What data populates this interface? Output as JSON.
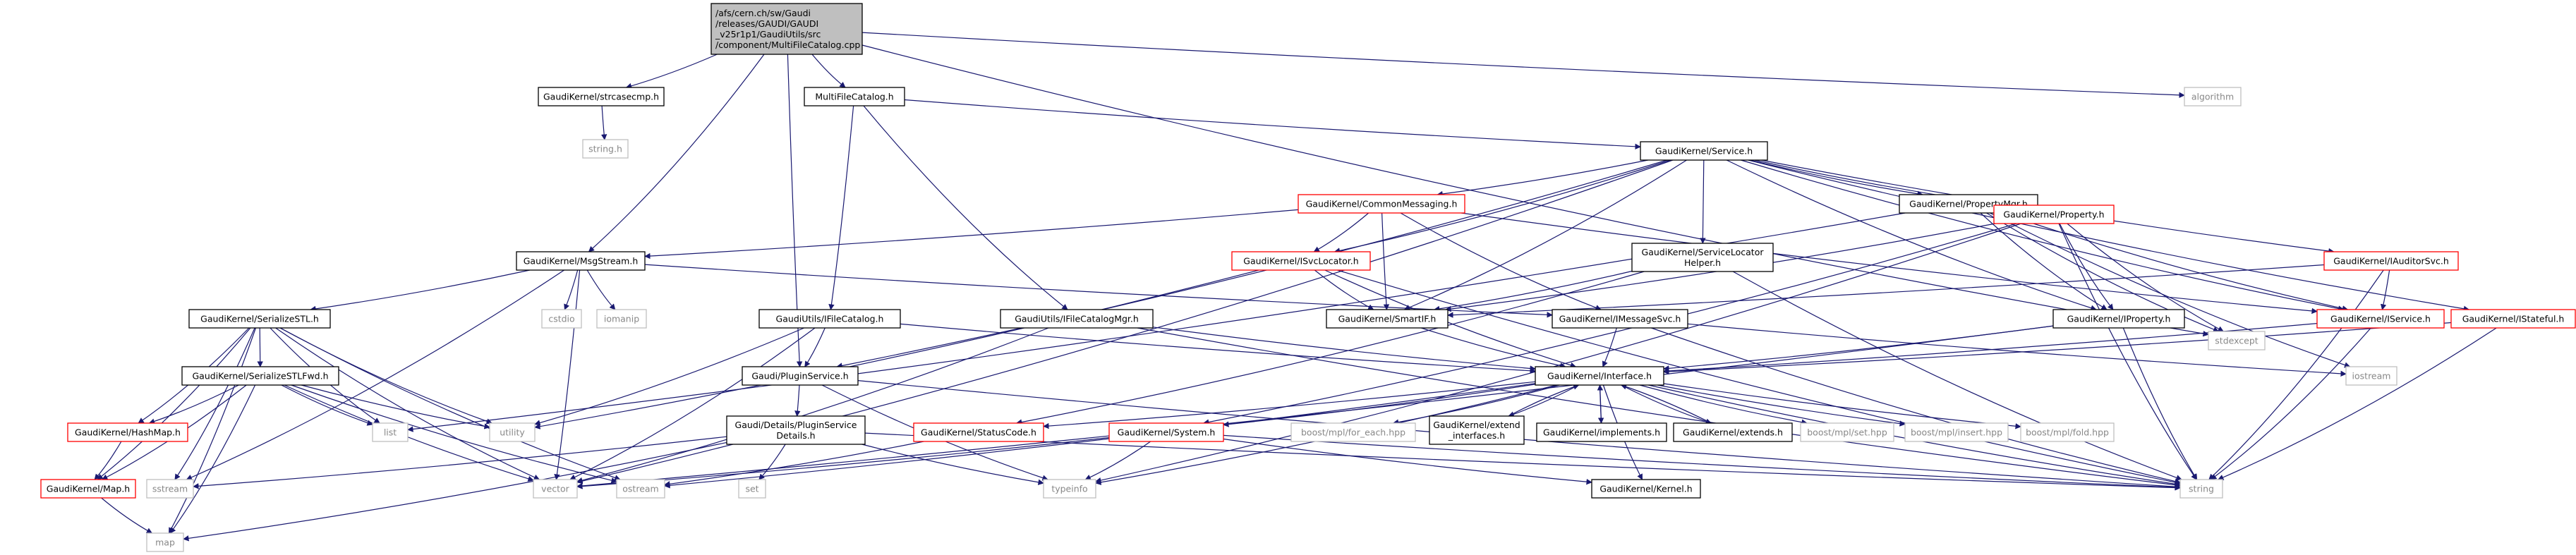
{
  "graph": {
    "colors": {
      "link": "#000000",
      "red_border": "#ff0000",
      "gray_border": "#bfbfbf",
      "root_fill": "#bfbfbf",
      "edge": "#191970",
      "external_text": "#888888"
    },
    "nodes": [
      {
        "id": "root",
        "lines": [
          "/afs/cern.ch/sw/Gaudi",
          "/releases/GAUDI/GAUDI",
          "_v25r1p1/GaudiUtils/src",
          "/component/MultiFileCatalog.cpp"
        ],
        "kind": "root"
      },
      {
        "id": "strcasecmp",
        "lines": [
          "GaudiKernel/strcasecmp.h"
        ],
        "kind": "link"
      },
      {
        "id": "string_h",
        "lines": [
          "string.h"
        ],
        "kind": "external"
      },
      {
        "id": "multifilecatalog",
        "lines": [
          "MultiFileCatalog.h"
        ],
        "kind": "link"
      },
      {
        "id": "algorithm",
        "lines": [
          "algorithm"
        ],
        "kind": "external"
      },
      {
        "id": "service",
        "lines": [
          "GaudiKernel/Service.h"
        ],
        "kind": "link"
      },
      {
        "id": "commonmessaging",
        "lines": [
          "GaudiKernel/CommonMessaging.h"
        ],
        "kind": "red"
      },
      {
        "id": "propertymgr",
        "lines": [
          "GaudiKernel/PropertyMgr.h"
        ],
        "kind": "link"
      },
      {
        "id": "msgstream",
        "lines": [
          "GaudiKernel/MsgStream.h"
        ],
        "kind": "link"
      },
      {
        "id": "isvclocator",
        "lines": [
          "GaudiKernel/ISvcLocator.h"
        ],
        "kind": "red"
      },
      {
        "id": "servicelocatorhelper",
        "lines": [
          "GaudiKernel/ServiceLocator",
          "Helper.h"
        ],
        "kind": "link"
      },
      {
        "id": "property",
        "lines": [
          "GaudiKernel/Property.h"
        ],
        "kind": "red"
      },
      {
        "id": "iauditorsvc",
        "lines": [
          "GaudiKernel/IAuditorSvc.h"
        ],
        "kind": "red"
      },
      {
        "id": "serializestl",
        "lines": [
          "GaudiKernel/SerializeSTL.h"
        ],
        "kind": "link"
      },
      {
        "id": "cstdio",
        "lines": [
          "cstdio"
        ],
        "kind": "external"
      },
      {
        "id": "iomanip",
        "lines": [
          "iomanip"
        ],
        "kind": "external"
      },
      {
        "id": "ifilecatalog",
        "lines": [
          "GaudiUtils/IFileCatalog.h"
        ],
        "kind": "link"
      },
      {
        "id": "ifilecatalogmgr",
        "lines": [
          "GaudiUtils/IFileCatalogMgr.h"
        ],
        "kind": "link"
      },
      {
        "id": "smartif",
        "lines": [
          "GaudiKernel/SmartIF.h"
        ],
        "kind": "link"
      },
      {
        "id": "imessagesvc",
        "lines": [
          "GaudiKernel/IMessageSvc.h"
        ],
        "kind": "link"
      },
      {
        "id": "iproperty",
        "lines": [
          "GaudiKernel/IProperty.h"
        ],
        "kind": "link"
      },
      {
        "id": "stdexcept",
        "lines": [
          "stdexcept"
        ],
        "kind": "external"
      },
      {
        "id": "iservice",
        "lines": [
          "GaudiKernel/IService.h"
        ],
        "kind": "red"
      },
      {
        "id": "istateful",
        "lines": [
          "GaudiKernel/IStateful.h"
        ],
        "kind": "red"
      },
      {
        "id": "serializestlfwd",
        "lines": [
          "GaudiKernel/SerializeSTLFwd.h"
        ],
        "kind": "link"
      },
      {
        "id": "pluginservice",
        "lines": [
          "Gaudi/PluginService.h"
        ],
        "kind": "link"
      },
      {
        "id": "interface",
        "lines": [
          "GaudiKernel/Interface.h"
        ],
        "kind": "link"
      },
      {
        "id": "iostream",
        "lines": [
          "iostream"
        ],
        "kind": "external"
      },
      {
        "id": "hashmap",
        "lines": [
          "GaudiKernel/HashMap.h"
        ],
        "kind": "red"
      },
      {
        "id": "list",
        "lines": [
          "list"
        ],
        "kind": "external"
      },
      {
        "id": "utility",
        "lines": [
          "utility"
        ],
        "kind": "external"
      },
      {
        "id": "pluginservicedetails",
        "lines": [
          "Gaudi/Details/PluginService",
          "Details.h"
        ],
        "kind": "link"
      },
      {
        "id": "statuscode",
        "lines": [
          "GaudiKernel/StatusCode.h"
        ],
        "kind": "red"
      },
      {
        "id": "system",
        "lines": [
          "GaudiKernel/System.h"
        ],
        "kind": "red"
      },
      {
        "id": "for_each",
        "lines": [
          "boost/mpl/for_each.hpp"
        ],
        "kind": "external"
      },
      {
        "id": "extend_interfaces",
        "lines": [
          "GaudiKernel/extend",
          "_interfaces.h"
        ],
        "kind": "link"
      },
      {
        "id": "implements",
        "lines": [
          "GaudiKernel/implements.h"
        ],
        "kind": "link"
      },
      {
        "id": "extends",
        "lines": [
          "GaudiKernel/extends.h"
        ],
        "kind": "link"
      },
      {
        "id": "mpl_set",
        "lines": [
          "boost/mpl/set.hpp"
        ],
        "kind": "external"
      },
      {
        "id": "mpl_insert",
        "lines": [
          "boost/mpl/insert.hpp"
        ],
        "kind": "external"
      },
      {
        "id": "mpl_fold",
        "lines": [
          "boost/mpl/fold.hpp"
        ],
        "kind": "external"
      },
      {
        "id": "map_h",
        "lines": [
          "GaudiKernel/Map.h"
        ],
        "kind": "red"
      },
      {
        "id": "sstream",
        "lines": [
          "sstream"
        ],
        "kind": "external"
      },
      {
        "id": "vector",
        "lines": [
          "vector"
        ],
        "kind": "external"
      },
      {
        "id": "ostream",
        "lines": [
          "ostream"
        ],
        "kind": "external"
      },
      {
        "id": "set",
        "lines": [
          "set"
        ],
        "kind": "external"
      },
      {
        "id": "typeinfo",
        "lines": [
          "typeinfo"
        ],
        "kind": "external"
      },
      {
        "id": "kernel",
        "lines": [
          "GaudiKernel/Kernel.h"
        ],
        "kind": "link"
      },
      {
        "id": "string",
        "lines": [
          "string"
        ],
        "kind": "external"
      },
      {
        "id": "map",
        "lines": [
          "map"
        ],
        "kind": "external"
      }
    ],
    "edges": [
      [
        "root",
        "strcasecmp"
      ],
      [
        "root",
        "multifilecatalog"
      ],
      [
        "root",
        "algorithm"
      ],
      [
        "root",
        "msgstream"
      ],
      [
        "root",
        "pluginservice"
      ],
      [
        "root",
        "stdexcept"
      ],
      [
        "strcasecmp",
        "string_h"
      ],
      [
        "multifilecatalog",
        "service"
      ],
      [
        "multifilecatalog",
        "ifilecatalog"
      ],
      [
        "multifilecatalog",
        "ifilecatalogmgr"
      ],
      [
        "service",
        "commonmessaging"
      ],
      [
        "service",
        "propertymgr"
      ],
      [
        "service",
        "isvclocator"
      ],
      [
        "service",
        "servicelocatorhelper"
      ],
      [
        "service",
        "property"
      ],
      [
        "service",
        "iauditorsvc"
      ],
      [
        "service",
        "istateful"
      ],
      [
        "service",
        "smartif"
      ],
      [
        "service",
        "iservice"
      ],
      [
        "service",
        "iproperty"
      ],
      [
        "service",
        "pluginservice"
      ],
      [
        "service",
        "vector"
      ],
      [
        "commonmessaging",
        "msgstream"
      ],
      [
        "commonmessaging",
        "isvclocator"
      ],
      [
        "commonmessaging",
        "imessagesvc"
      ],
      [
        "commonmessaging",
        "smartif"
      ],
      [
        "commonmessaging",
        "iservice"
      ],
      [
        "propertymgr",
        "property"
      ],
      [
        "propertymgr",
        "iproperty"
      ],
      [
        "propertymgr",
        "stdexcept"
      ],
      [
        "propertymgr",
        "iostream"
      ],
      [
        "propertymgr",
        "list"
      ],
      [
        "propertymgr",
        "iservice"
      ],
      [
        "msgstream",
        "serializestl"
      ],
      [
        "msgstream",
        "cstdio"
      ],
      [
        "msgstream",
        "iomanip"
      ],
      [
        "msgstream",
        "imessagesvc"
      ],
      [
        "msgstream",
        "sstream"
      ],
      [
        "msgstream",
        "vector"
      ],
      [
        "isvclocator",
        "smartif"
      ],
      [
        "isvclocator",
        "interface"
      ],
      [
        "isvclocator",
        "string"
      ],
      [
        "isvclocator",
        "utility"
      ],
      [
        "servicelocatorhelper",
        "smartif"
      ],
      [
        "servicelocatorhelper",
        "string"
      ],
      [
        "servicelocatorhelper",
        "statuscode"
      ],
      [
        "property",
        "iproperty"
      ],
      [
        "property",
        "smartif"
      ],
      [
        "property",
        "stdexcept"
      ],
      [
        "property",
        "string"
      ],
      [
        "property",
        "system"
      ],
      [
        "property",
        "typeinfo"
      ],
      [
        "iauditorsvc",
        "iservice"
      ],
      [
        "iauditorsvc",
        "string"
      ],
      [
        "iauditorsvc",
        "smartif"
      ],
      [
        "serializestl",
        "serializestlfwd"
      ],
      [
        "serializestl",
        "hashmap"
      ],
      [
        "serializestl",
        "map_h"
      ],
      [
        "serializestl",
        "list"
      ],
      [
        "serializestl",
        "utility"
      ],
      [
        "serializestl",
        "ostream"
      ],
      [
        "serializestl",
        "vector"
      ],
      [
        "serializestl",
        "map"
      ],
      [
        "serializestl",
        "sstream"
      ],
      [
        "ifilecatalog",
        "pluginservice"
      ],
      [
        "ifilecatalog",
        "interface"
      ],
      [
        "ifilecatalog",
        "vector"
      ],
      [
        "ifilecatalog",
        "utility"
      ],
      [
        "ifilecatalogmgr",
        "interface"
      ],
      [
        "ifilecatalogmgr",
        "string"
      ],
      [
        "ifilecatalogmgr",
        "vector"
      ],
      [
        "smartif",
        "interface"
      ],
      [
        "imessagesvc",
        "interface"
      ],
      [
        "imessagesvc",
        "string"
      ],
      [
        "imessagesvc",
        "iostream"
      ],
      [
        "iproperty",
        "interface"
      ],
      [
        "iproperty",
        "string"
      ],
      [
        "iproperty",
        "vector"
      ],
      [
        "iservice",
        "interface"
      ],
      [
        "iservice",
        "string"
      ],
      [
        "istateful",
        "interface"
      ],
      [
        "istateful",
        "string"
      ],
      [
        "serializestlfwd",
        "map_h"
      ],
      [
        "serializestlfwd",
        "hashmap"
      ],
      [
        "serializestlfwd",
        "list"
      ],
      [
        "serializestlfwd",
        "utility"
      ],
      [
        "serializestlfwd",
        "vector"
      ],
      [
        "serializestlfwd",
        "ostream"
      ],
      [
        "serializestlfwd",
        "map"
      ],
      [
        "pluginservice",
        "pluginservicedetails"
      ],
      [
        "pluginservice",
        "string"
      ],
      [
        "pluginservice",
        "typeinfo"
      ],
      [
        "interface",
        "statuscode"
      ],
      [
        "interface",
        "system"
      ],
      [
        "interface",
        "for_each"
      ],
      [
        "interface",
        "extend_interfaces"
      ],
      [
        "interface",
        "implements"
      ],
      [
        "interface",
        "extends"
      ],
      [
        "interface",
        "mpl_set"
      ],
      [
        "interface",
        "mpl_insert"
      ],
      [
        "interface",
        "mpl_fold"
      ],
      [
        "interface",
        "kernel"
      ],
      [
        "interface",
        "ostream"
      ],
      [
        "interface",
        "typeinfo"
      ],
      [
        "interface",
        "string"
      ],
      [
        "hashmap",
        "map_h"
      ],
      [
        "map_h",
        "map"
      ],
      [
        "pluginservicedetails",
        "map"
      ],
      [
        "pluginservicedetails",
        "set"
      ],
      [
        "pluginservicedetails",
        "string"
      ],
      [
        "pluginservicedetails",
        "sstream"
      ],
      [
        "pluginservicedetails",
        "typeinfo"
      ],
      [
        "statuscode",
        "ostream"
      ],
      [
        "system",
        "kernel"
      ],
      [
        "system",
        "string"
      ],
      [
        "system",
        "vector"
      ],
      [
        "system",
        "typeinfo"
      ],
      [
        "implements",
        "interface"
      ],
      [
        "extends",
        "interface"
      ],
      [
        "extend_interfaces",
        "interface"
      ]
    ]
  }
}
